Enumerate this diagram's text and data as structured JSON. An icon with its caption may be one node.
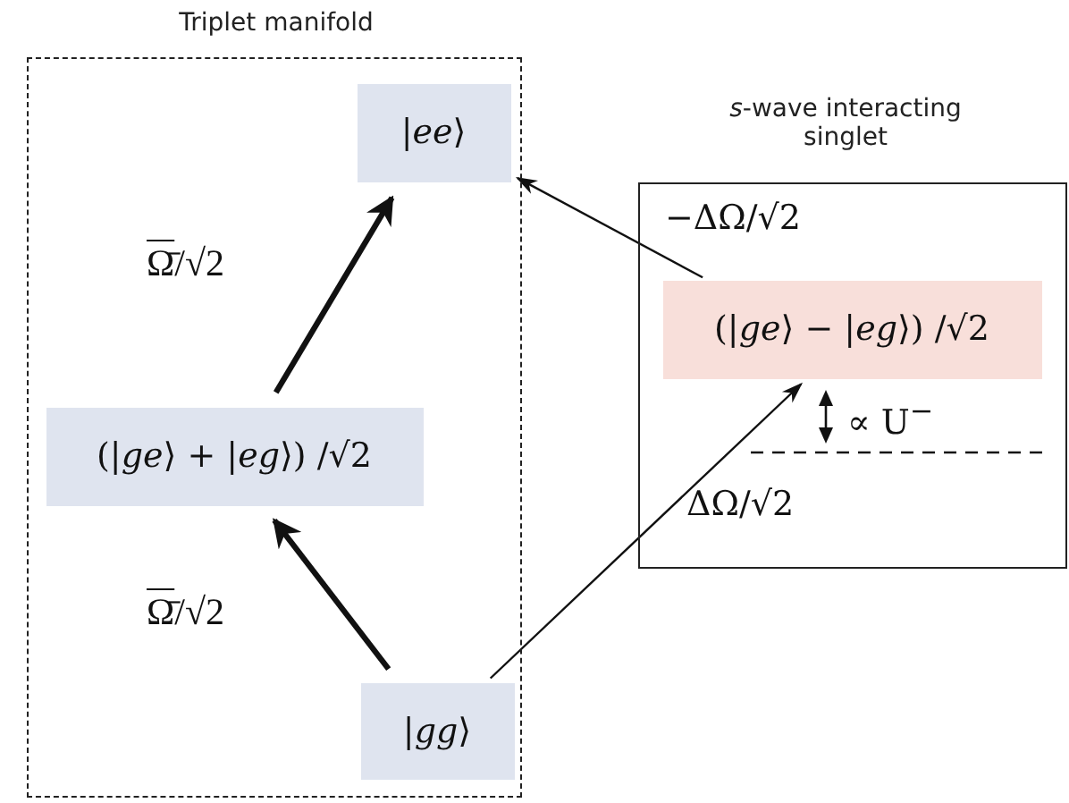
{
  "diagram": {
    "nodes": [
      {
        "text": [
          "Triplet manifold"
        ]
      },
      {
        "text": [
          "|*ee*⟩"
        ],
        "in": 0
      },
      {
        "text": [
          "(|*ge*⟩ + |*eg*⟩) /√2"
        ],
        "in": 0
      },
      {
        "text": [
          "|*gg*⟩"
        ],
        "in": 0
      },
      {
        "text": [
          "*s*-wave interacting singlet",
          "−ΔΩ/√2",
          "ΔΩ/√2"
        ]
      },
      {
        "text": [
          "(|*ge*⟩ − |*eg*⟩) /√2"
        ],
        "in": 4
      }
    ],
    "edges": [
      {
        "from": 2,
        "to": 1,
        "arrow": "to",
        "label": "Ω̄/√2",
        "style": "thick"
      },
      {
        "from": 3,
        "to": 2,
        "arrow": "to",
        "label": "Ω̄/√2",
        "style": "thick"
      },
      {
        "from": 5,
        "to": 1,
        "arrow": "to"
      },
      {
        "from": 3,
        "to": 5,
        "arrow": "to"
      }
    ],
    "labels": [
      "∝ U$^{−}$"
    ]
  }
}
